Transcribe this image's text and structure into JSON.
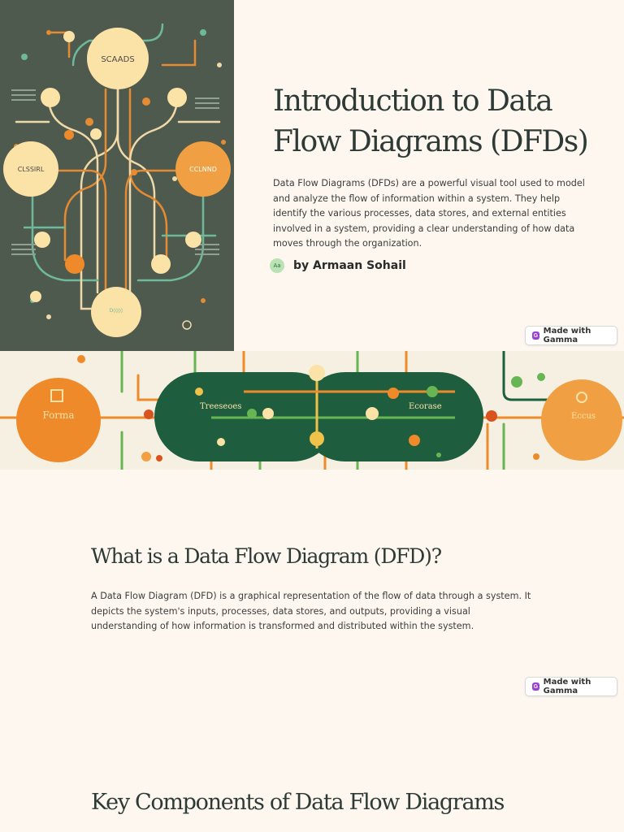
{
  "slide1": {
    "title": "Introduction to Data Flow Diagrams (DFDs)",
    "description": " Data Flow Diagrams (DFDs) are a powerful visual tool used to model and analyze the flow of information within a system. They help identify the various processes, data stores, and external entities involved in a system, providing a clear understanding of how data moves through the organization.",
    "author_avatar": "Aa",
    "author": "by Armaan  Sohail",
    "image_labels": {
      "top": "SCAADS",
      "left": "CLSSIRL",
      "right": "CCLNND",
      "bottom": "D◊◊◊◊"
    }
  },
  "badge": {
    "label": "Made with Gamma",
    "icon": "G"
  },
  "banner": {
    "labels": {
      "left": "Forma",
      "mid_left": "Treeseoes",
      "mid_right": "Ecorase",
      "right": "Eccus"
    }
  },
  "slide2": {
    "heading": "What is a Data Flow Diagram (DFD)?",
    "description": " A Data Flow Diagram (DFD) is a graphical representation of the flow of data through a system. It depicts the system's inputs, processes, data stores, and outputs, providing a visual understanding of how information is transformed and distributed within the system."
  },
  "slide3": {
    "heading": "Key Components of Data Flow Diagrams"
  },
  "colors": {
    "background": "#fdf7ef",
    "hero_bg": "#4f5a4e",
    "orange": "#ef8a2a",
    "cream": "#fbe2a6",
    "green_dark": "#1e5e3e",
    "green_light": "#67b553"
  }
}
